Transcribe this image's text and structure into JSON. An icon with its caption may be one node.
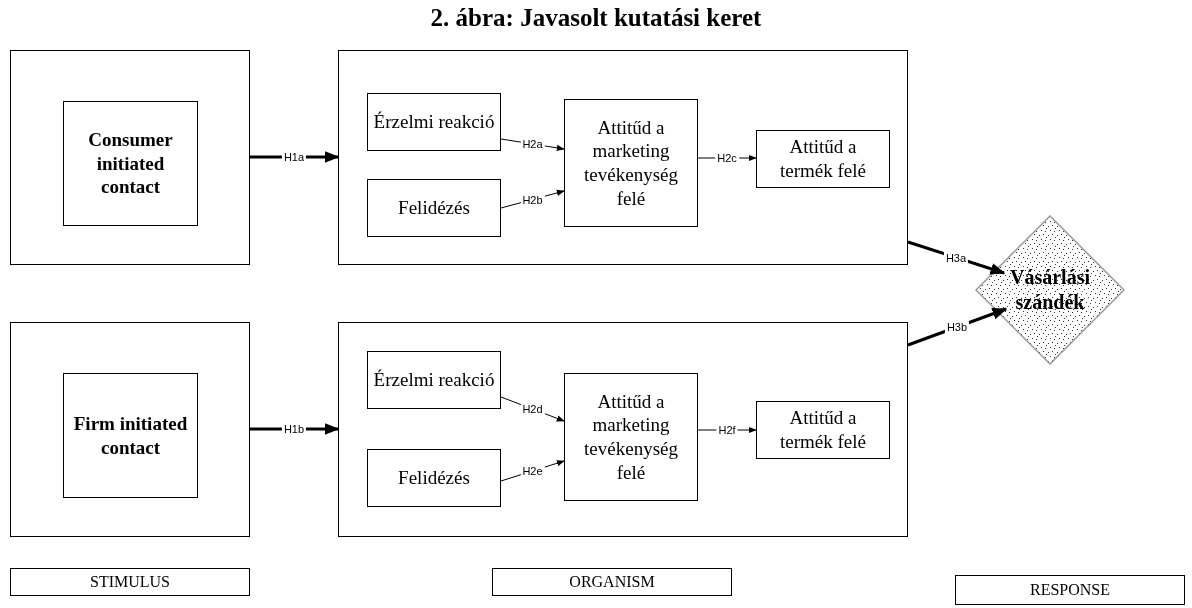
{
  "diagram": {
    "title": "2. ábra: Javasolt kutatási keret",
    "nodes": [
      {
        "text": [],
        "shape": "box"
      },
      {
        "text": [
          "Consumer initiated contact"
        ],
        "in": 0
      },
      {
        "text": [],
        "shape": "box"
      },
      {
        "text": [
          "Érzelmi reakció"
        ],
        "in": 2
      },
      {
        "text": [
          "Felidézés"
        ],
        "in": 2
      },
      {
        "text": [
          "Attitűd a marketing tevékenység felé"
        ],
        "in": 2
      },
      {
        "text": [
          "Attitűd a termék felé"
        ],
        "in": 2
      },
      {
        "text": [
          "Vásárlási szándék"
        ]
      },
      {
        "text": [],
        "shape": "box"
      },
      {
        "text": [
          "Firm initiated contact"
        ],
        "in": 8
      },
      {
        "text": [],
        "shape": "box"
      },
      {
        "text": [
          "Érzelmi reakció"
        ],
        "in": 10
      },
      {
        "text": [
          "Felidézés"
        ],
        "in": 10
      },
      {
        "text": [
          "Attitűd a marketing tevékenység felé"
        ],
        "in": 10
      },
      {
        "text": [
          "Attitűd a termék felé"
        ],
        "in": 10
      },
      {
        "text": [
          "STIMULUS"
        ]
      },
      {
        "text": [
          "ORGANISM"
        ]
      },
      {
        "text": [
          "RESPONSE"
        ]
      }
    ],
    "edges": [
      {
        "from": 0,
        "to": 2,
        "arrow": "to",
        "label": "H1a",
        "style": "thick"
      },
      {
        "from": 3,
        "to": 5,
        "arrow": "to",
        "label": "H2a"
      },
      {
        "from": 4,
        "to": 5,
        "arrow": "to",
        "label": "H2b"
      },
      {
        "from": 5,
        "to": 6,
        "arrow": "to",
        "label": "H2c"
      },
      {
        "from": 2,
        "to": 7,
        "arrow": "to",
        "label": "H3a",
        "style": "thick"
      },
      {
        "from": 10,
        "to": 7,
        "arrow": "to",
        "label": "H3b",
        "style": "thick"
      },
      {
        "from": 8,
        "to": 10,
        "arrow": "to",
        "label": "H1b",
        "style": "thick"
      },
      {
        "from": 11,
        "to": 13,
        "arrow": "to",
        "label": "H2d"
      },
      {
        "from": 12,
        "to": 13,
        "arrow": "to",
        "label": "H2e"
      },
      {
        "from": 13,
        "to": 14,
        "arrow": "to",
        "label": "H2f"
      }
    ]
  }
}
